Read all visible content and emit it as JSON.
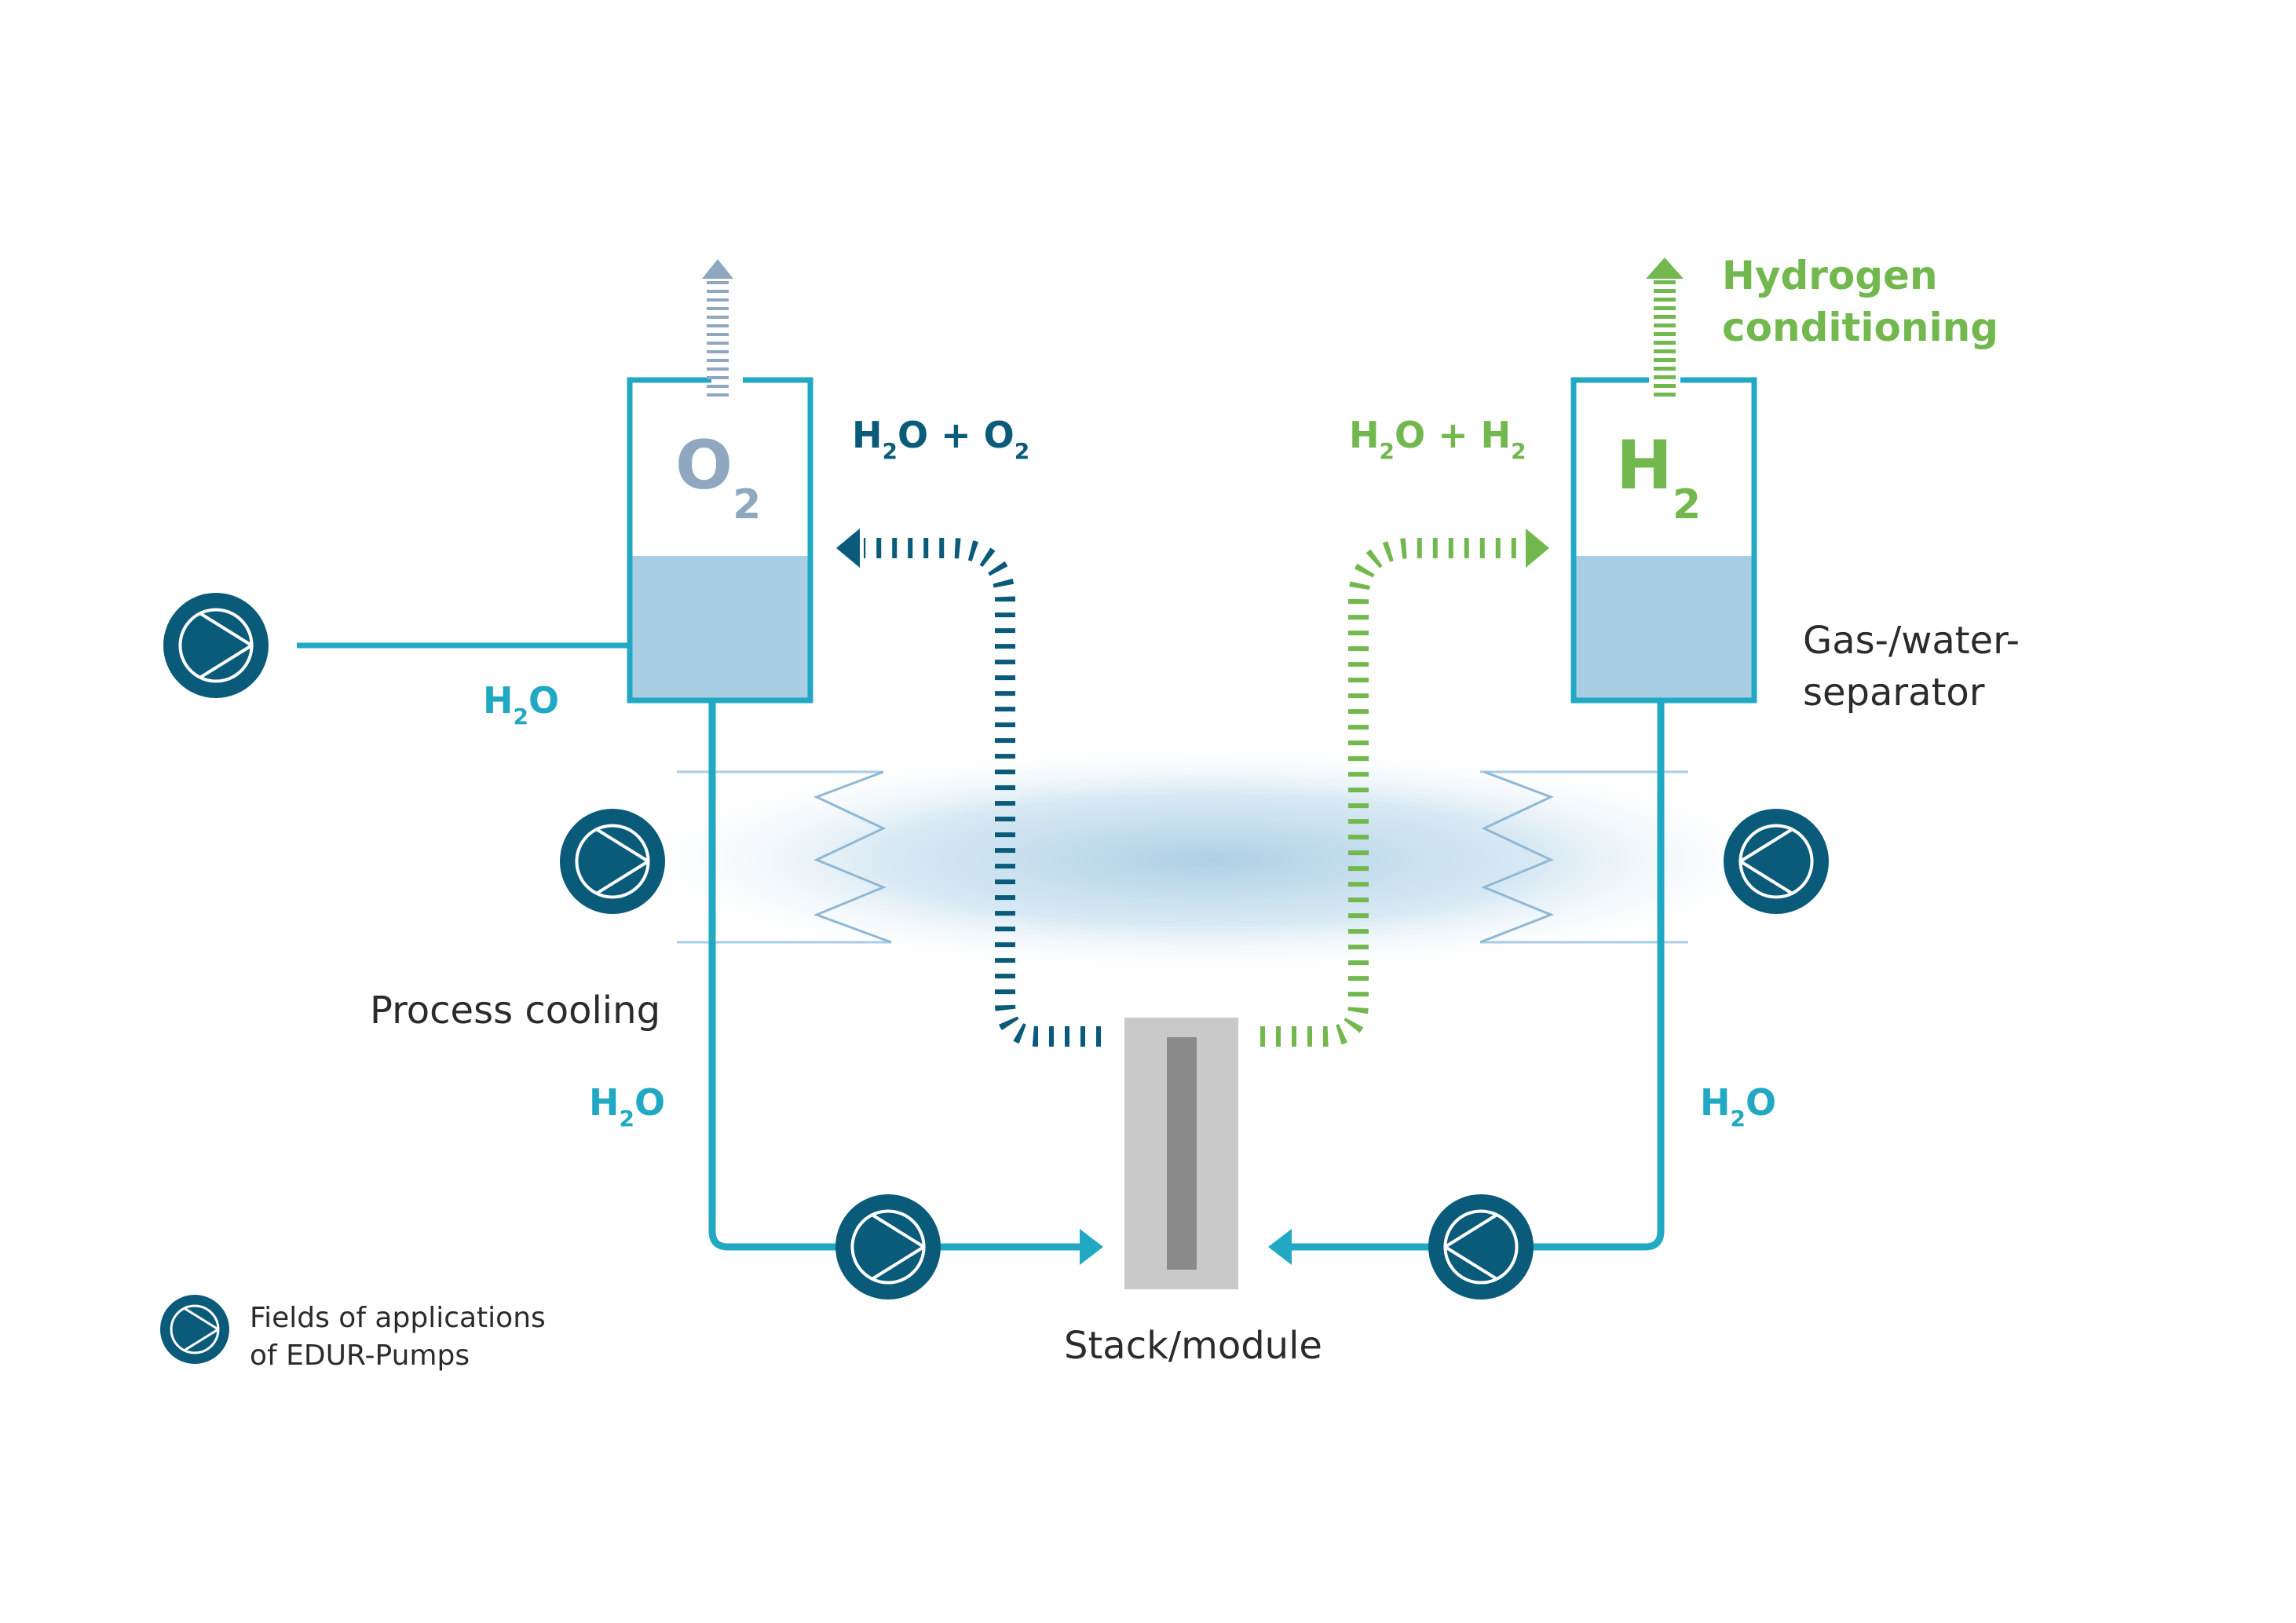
{
  "colors": {
    "teal": "#21a9c4",
    "dark_blue": "#0a5a7a",
    "gray_blue": "#8fa8bf",
    "green": "#72b84e",
    "water": "#a9cde3",
    "text_dark": "#2b2b2b",
    "stack_outer": "#c9c9c9",
    "stack_inner": "#8a8a8a"
  },
  "labels": {
    "o2_tank": {
      "main": "O",
      "sub": "2"
    },
    "h2_tank": {
      "main": "H",
      "sub": "2"
    },
    "h2o_o2": {
      "p1": "H",
      "s1": "2",
      "p2": "O + O",
      "s2": "2"
    },
    "h2o_h2": {
      "p1": "H",
      "s1": "2",
      "p2": "O + H",
      "s2": "2"
    },
    "h2o_feed": {
      "p1": "H",
      "s1": "2",
      "p2": "O"
    },
    "h2o_left": {
      "p1": "H",
      "s1": "2",
      "p2": "O"
    },
    "h2o_right": {
      "p1": "H",
      "s1": "2",
      "p2": "O"
    },
    "hydrogen_conditioning": {
      "line1": "Hydrogen",
      "line2": "conditioning"
    },
    "separator": {
      "line1": "Gas-/water-",
      "line2": "separator"
    },
    "process_cooling": "Process cooling",
    "stack": "Stack/module",
    "legend": {
      "line1": "Fields of applications",
      "line2": "of EDUR-Pumps"
    }
  },
  "icons": {
    "pump": "pump-icon"
  }
}
